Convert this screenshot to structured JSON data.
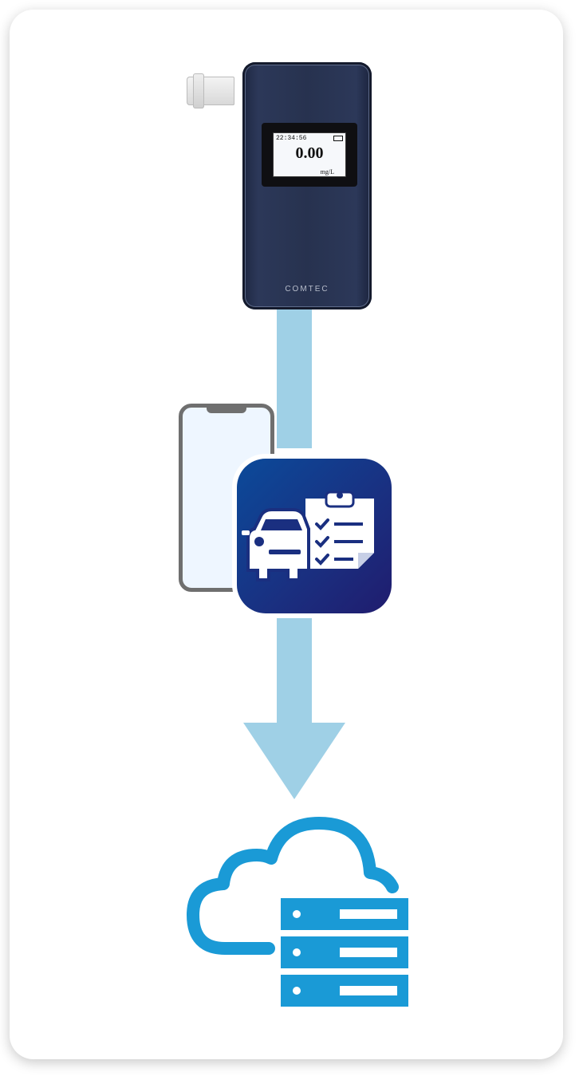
{
  "device": {
    "display_time": "22:34:56",
    "display_value": "0.00",
    "display_unit": "mg/L",
    "brand": "COMTEC"
  },
  "colors": {
    "flow": "#9fd0e6",
    "cloud": "#1a9ad6",
    "app_bg": "#1a2f80"
  },
  "icons": {
    "device": "breathalyzer-icon",
    "phone": "smartphone-icon",
    "app": "car-checklist-app-icon",
    "cloud": "cloud-server-icon"
  }
}
